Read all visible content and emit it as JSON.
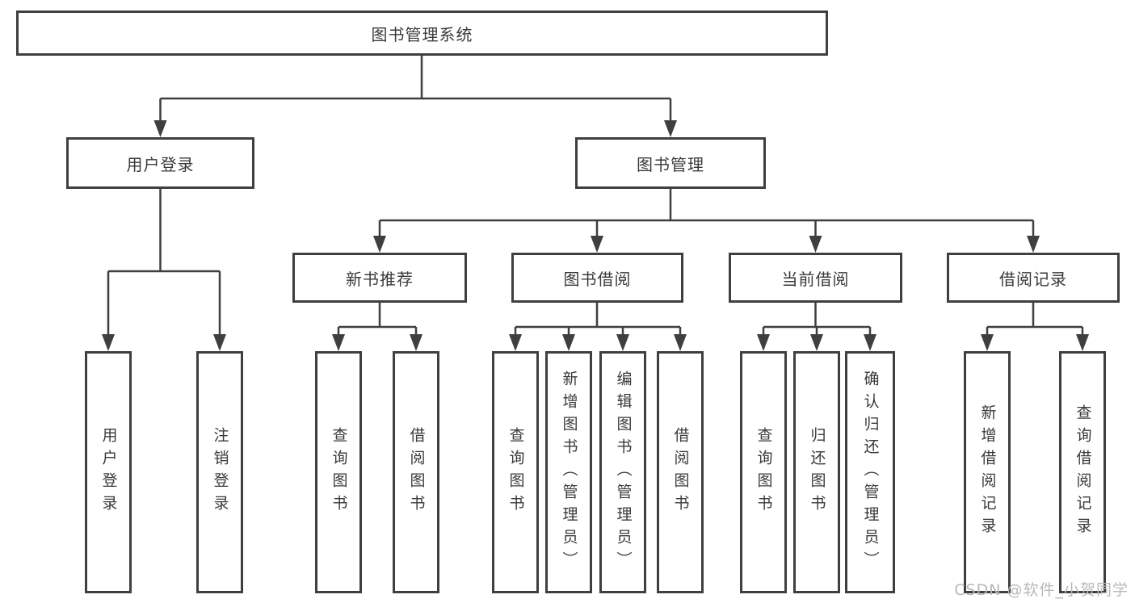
{
  "diagram": {
    "type": "hierarchy-tree",
    "tree": {
      "label": "图书管理系统",
      "children": [
        {
          "label": "用户登录",
          "children": [
            {
              "label": "用户登录"
            },
            {
              "label": "注销登录"
            }
          ]
        },
        {
          "label": "图书管理",
          "children": [
            {
              "label": "新书推荐",
              "children": [
                {
                  "label": "查询图书"
                },
                {
                  "label": "借阅图书"
                }
              ]
            },
            {
              "label": "图书借阅",
              "children": [
                {
                  "label": "查询图书"
                },
                {
                  "label": "新增图书（管理员）"
                },
                {
                  "label": "编辑图书（管理员）"
                },
                {
                  "label": "借阅图书"
                }
              ]
            },
            {
              "label": "当前借阅",
              "children": [
                {
                  "label": "查询图书"
                },
                {
                  "label": "归还图书"
                },
                {
                  "label": "确认归还（管理员）"
                }
              ]
            },
            {
              "label": "借阅记录",
              "children": [
                {
                  "label": "新增借阅记录"
                },
                {
                  "label": "查询借阅记录"
                }
              ]
            }
          ]
        }
      ]
    },
    "colors": {
      "line": "#3f3f3f",
      "text": "#3a3a3a",
      "box_fill": "#ffffff",
      "background": "#ffffff",
      "watermark": "#b9b9b9"
    }
  },
  "watermark": {
    "text": "CSDN @软件_小贺同学"
  }
}
